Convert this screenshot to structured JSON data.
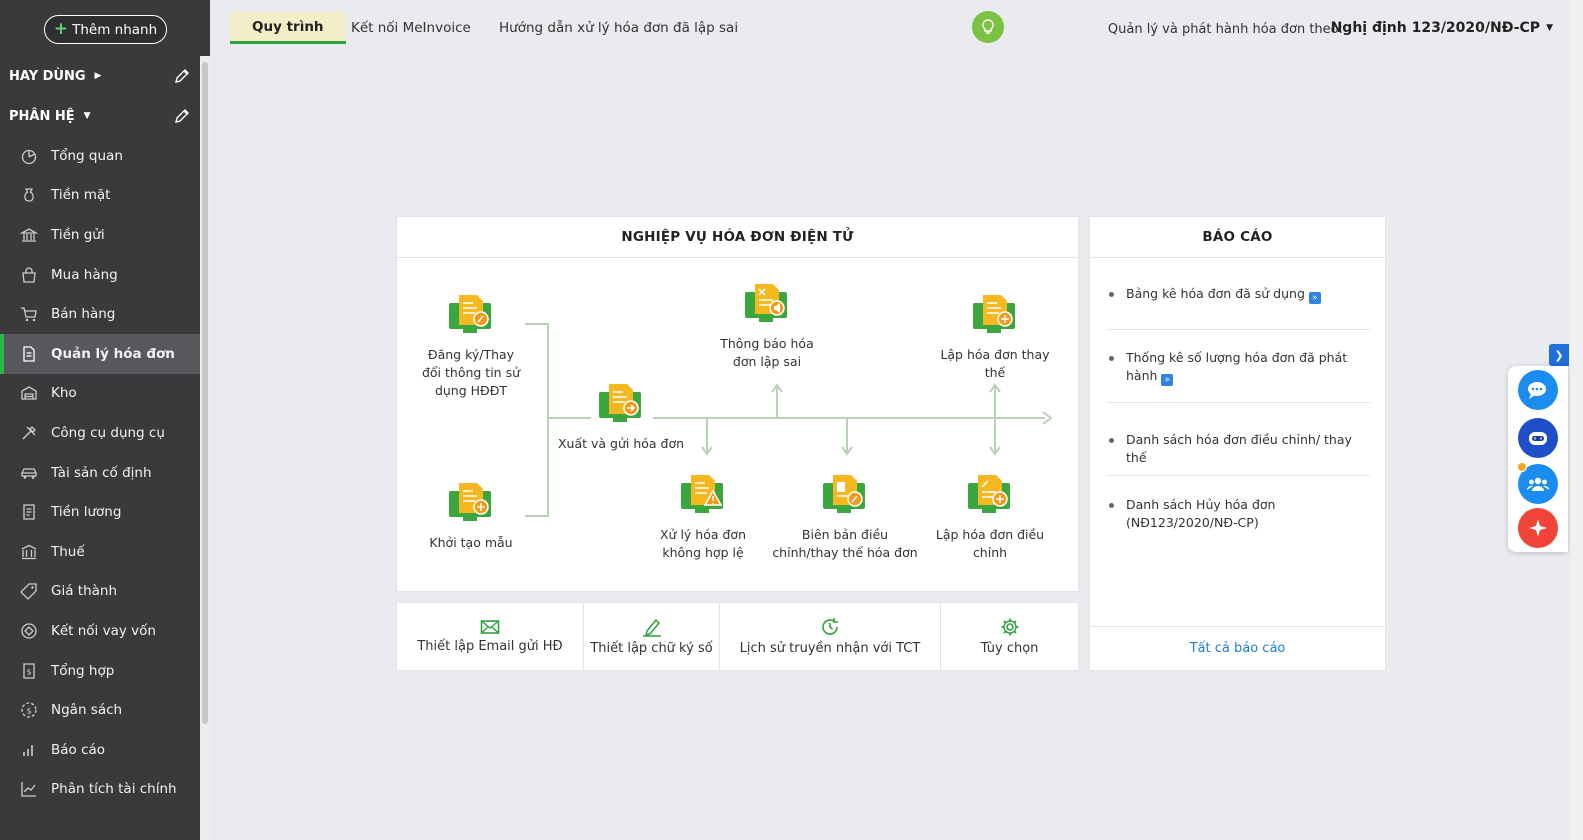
{
  "sidebar": {
    "add_button": "Thêm nhanh",
    "favorites_label": "HAY DÙNG",
    "modules_label": "PHÂN HỆ",
    "items": [
      {
        "label": "Tổng quan",
        "icon": "pie-chart-icon"
      },
      {
        "label": "Tiền mặt",
        "icon": "money-bag-icon"
      },
      {
        "label": "Tiền gửi",
        "icon": "bank-icon"
      },
      {
        "label": "Mua hàng",
        "icon": "shopping-bag-icon"
      },
      {
        "label": "Bán hàng",
        "icon": "cart-icon"
      },
      {
        "label": "Quản lý hóa đơn",
        "icon": "invoice-icon",
        "active": true
      },
      {
        "label": "Kho",
        "icon": "warehouse-icon"
      },
      {
        "label": "Công cụ dụng cụ",
        "icon": "tools-icon"
      },
      {
        "label": "Tài sản cố định",
        "icon": "car-icon"
      },
      {
        "label": "Tiền lương",
        "icon": "payroll-icon"
      },
      {
        "label": "Thuế",
        "icon": "tax-icon"
      },
      {
        "label": "Giá thành",
        "icon": "price-tag-icon"
      },
      {
        "label": "Kết nối vay vốn",
        "icon": "loan-icon"
      },
      {
        "label": "Tổng hợp",
        "icon": "ledger-icon"
      },
      {
        "label": "Ngân sách",
        "icon": "budget-icon"
      },
      {
        "label": "Báo cáo",
        "icon": "bar-chart-icon"
      },
      {
        "label": "Phân tích tài chính",
        "icon": "line-chart-icon"
      }
    ]
  },
  "topbar": {
    "tabs": [
      "Quy trình",
      "Kết nối MeInvoice",
      "Hướng dẫn xử lý hóa đơn đã lập sai"
    ],
    "decree_label": "Quản lý và phát hành hóa đơn theo:",
    "decree_value": "Nghị định 123/2020/NĐ-CP"
  },
  "flow": {
    "title": "NGHIỆP VỤ HÓA ĐƠN ĐIỆN TỬ",
    "nodes": {
      "register": "Đăng ký/Thay đổi thông tin sử dụng HĐĐT",
      "template": "Khởi tạo mẫu",
      "issue": "Xuất và gửi hóa đơn",
      "notify_error": "Thông báo hóa đơn lập sai",
      "replace": "Lập hóa đơn thay thế",
      "invalid": "Xử lý hóa đơn không hợp lệ",
      "minutes": "Biên bản điều chỉnh/thay thế hóa đơn",
      "adjust": "Lập hóa đơn điều chỉnh"
    }
  },
  "bottom_actions": [
    "Thiết lập Email gửi HĐ",
    "Thiết lập chữ ký số",
    "Lịch sử truyền nhận với TCT",
    "Tùy chọn"
  ],
  "reports": {
    "title": "BÁO CÁO",
    "items": [
      "Bảng kê hóa đơn đã sử dụng",
      "Thống kê số lượng hóa đơn đã phát hành",
      "Danh sách hóa đơn điều chỉnh/ thay thế",
      "Danh sách Hủy hóa đơn (NĐ123/2020/NĐ-CP)"
    ],
    "all_link": "Tất cả báo cáo"
  },
  "colors": {
    "accent_green": "#2fa23c",
    "sidebar_bg": "#3a3a3d",
    "link_blue": "#1d7fd6"
  }
}
